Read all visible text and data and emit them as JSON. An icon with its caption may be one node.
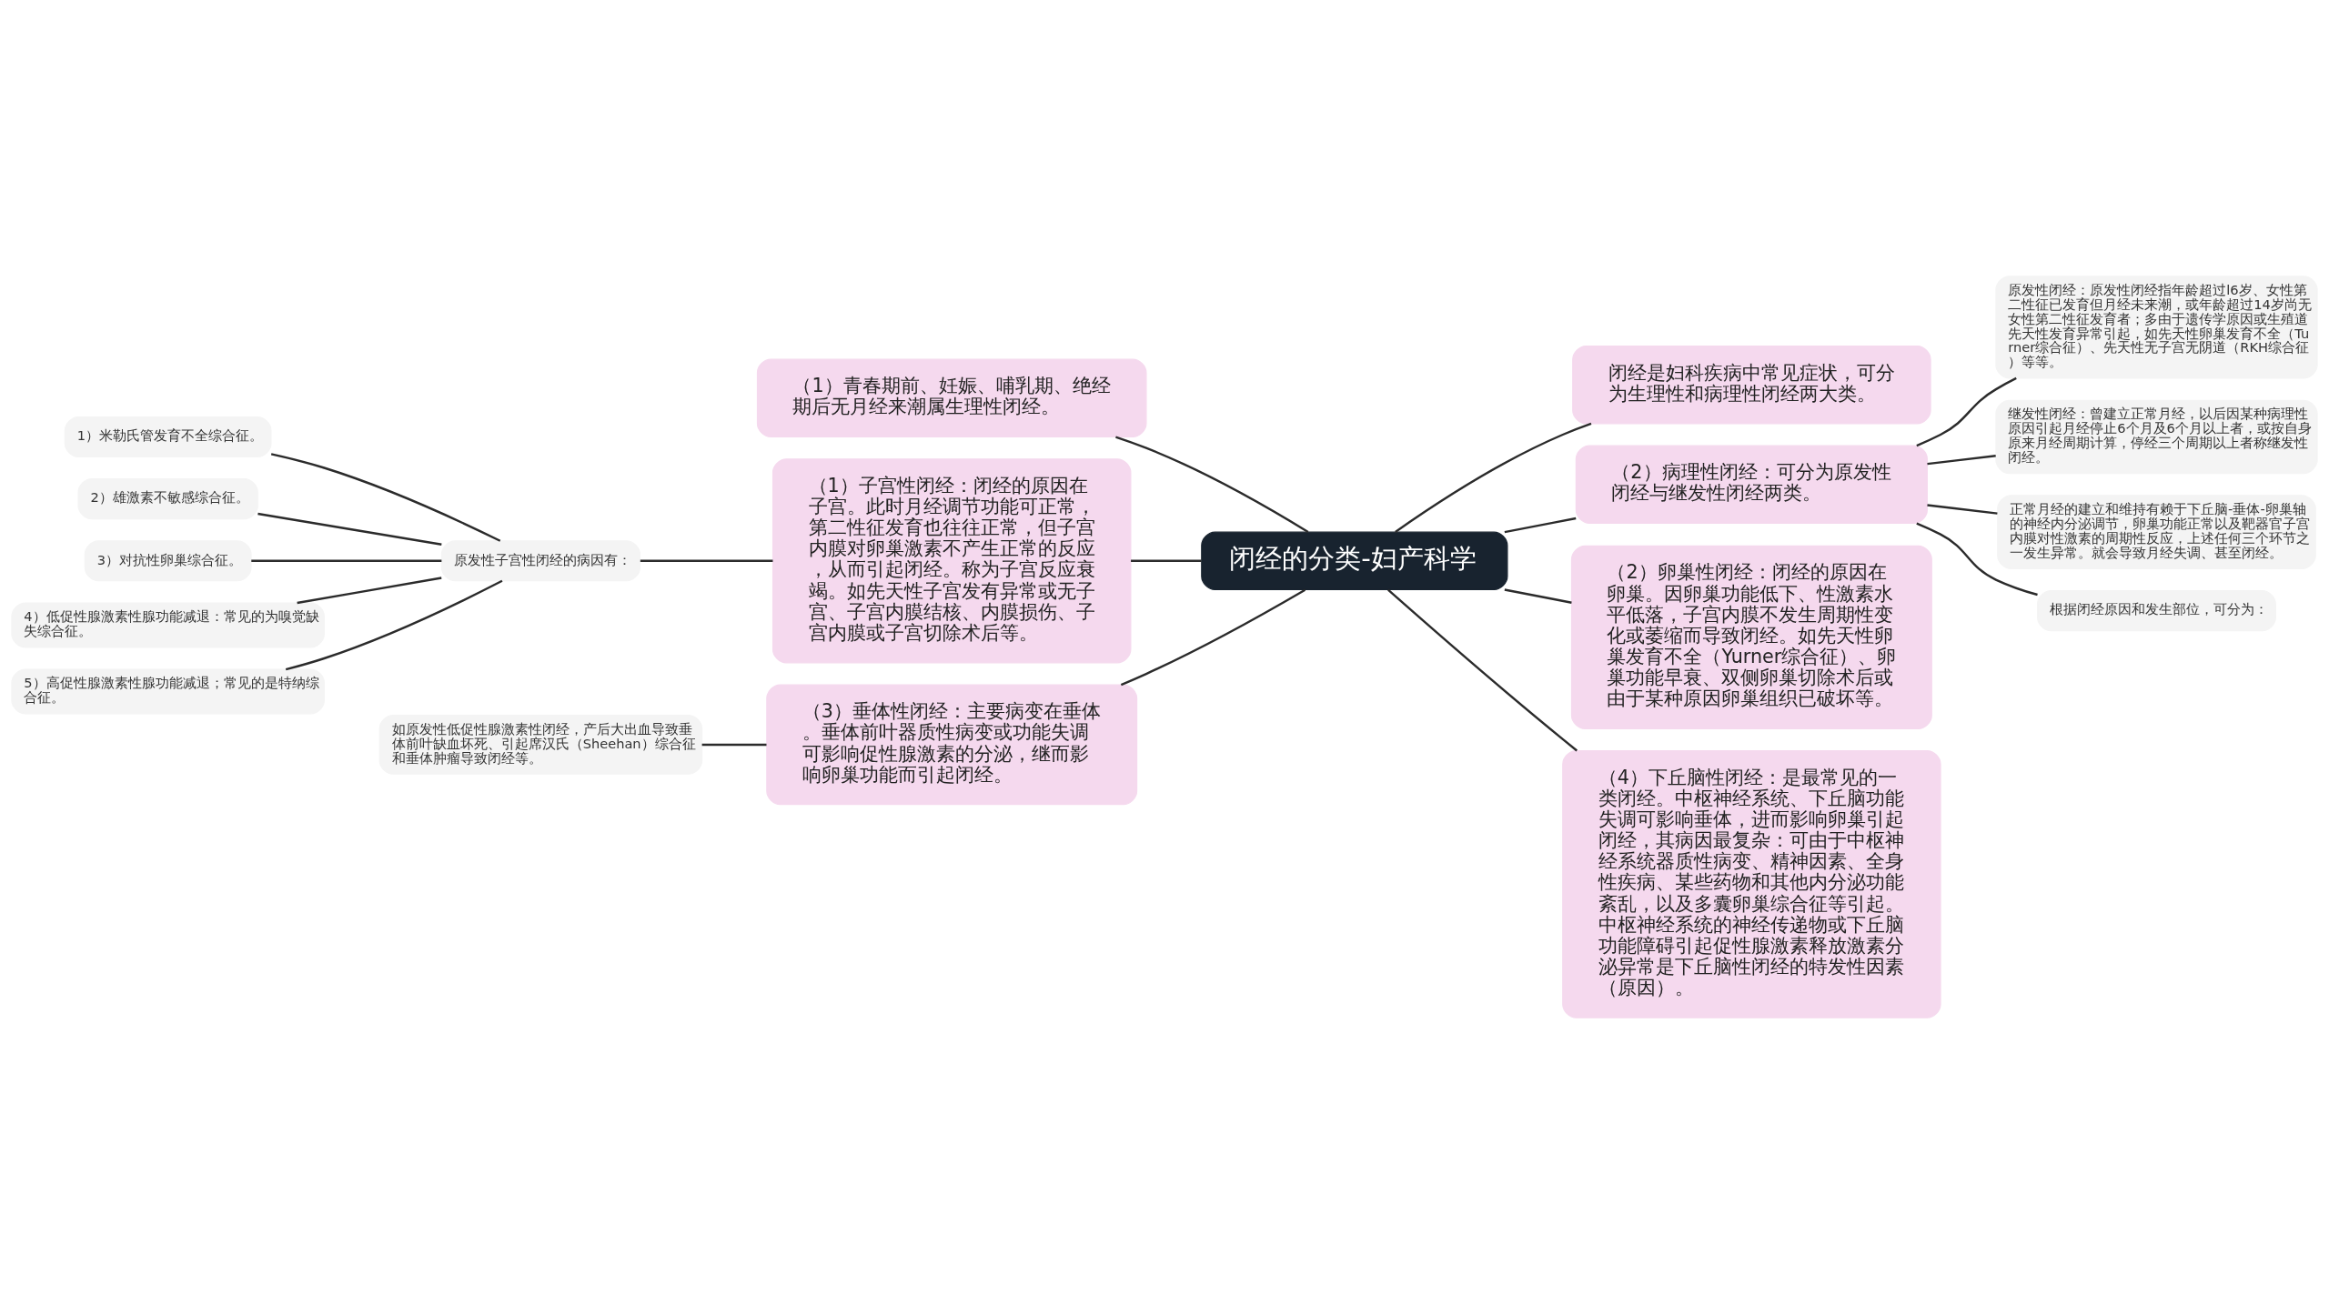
{
  "diagram": {
    "nodes": [
      {
        "text": [
          "闭经的分类-妇产科学"
        ]
      },
      {
        "text": [
          "闭经是妇科疾病中常见症状，可分为生理性和病理性闭经两大类。"
        ]
      },
      {
        "text": [
          "（2）病理性闭经：可分为原发性闭经与继发性闭经两类。"
        ]
      },
      {
        "text": [
          "原发性闭经：原发性闭经指年龄超过l6岁、女性第二性征已发育但月经未来潮，或年龄超过14岁尚无女性第二性征发育者；多由于遗传学原因或生殖道先天性发育异常引起，如先天性卵巢发育不全（Turner综合征）、先天性无子宫无阴道（RKH综合征）等等。"
        ]
      },
      {
        "text": [
          "继发性闭经：曾建立正常月经，以后因某种病理性原因引起月经停止6个月及6个月以上者，或按自身原来月经周期计算，停经三个周期以上者称继发性闭经。"
        ]
      },
      {
        "text": [
          "正常月经的建立和维持有赖于下丘脑-垂体-卵巢轴的神经内分泌调节，卵巢功能正常以及靶器官子宫内膜对性激素的周期性反应，上述任何三个环节之一发生异常。就会导致月经失调、甚至闭经。"
        ]
      },
      {
        "text": [
          "根据闭经原因和发生部位，可分为："
        ]
      },
      {
        "text": [
          "（2）卵巢性闭经：闭经的原因在卵巢。因卵巢功能低下、性激素水平低落，子宫内膜不发生周期性变化或萎缩而导致闭经。如先天性卵巢发育不全（Yurner综合征）、卵巢功能早衰、双侧卵巢切除术后或由于某种原因卵巢组织已破坏等。"
        ]
      },
      {
        "text": [
          "（4）下丘脑性闭经：是最常见的一类闭经。中枢神经系统、下丘脑功能失调可影响垂体，进而影响卵巢引起闭经，其病因最复杂：可由于中枢神经系统器质性病变、精神因素、全身性疾病、某些药物和其他内分泌功能紊乱，以及多囊卵巢综合征等引起。中枢神经系统的神经传递物或下丘脑功能障碍引起促性腺激素释放激素分泌异常是下丘脑性闭经的特发性因素（原因）。"
        ]
      },
      {
        "text": [
          "（1）青春期前、妊娠、哺乳期、绝经期后无月经来潮属生理性闭经。"
        ]
      },
      {
        "text": [
          "（1）子宫性闭经：闭经的原因在子宫。此时月经调节功能可正常，第二性征发育也往往正常，但子宫内膜对卵巢激素不产生正常的反应，从而引起闭经。称为子宫反应衰竭。如先天性子宫发有异常或无子宫、子宫内膜结核、内膜损伤、子宫内膜或子宫切除术后等。"
        ]
      },
      {
        "text": [
          "原发性子宫性闭经的病因有："
        ]
      },
      {
        "text": [
          "1）米勒氏管发育不全综合征。"
        ]
      },
      {
        "text": [
          "2）雄激素不敏感综合征。"
        ]
      },
      {
        "text": [
          "3）对抗性卵巢综合征。"
        ]
      },
      {
        "text": [
          "4）低促性腺激素性腺功能减退：常见的为嗅觉缺失综合征。"
        ]
      },
      {
        "text": [
          "5）高促性腺激素性腺功能减退；常见的是特纳综合征。"
        ]
      },
      {
        "text": [
          "（3）垂体性闭经：主要病变在垂体。垂体前叶器质性病变或功能失调可影响促性腺激素的分泌，继而影响卵巢功能而引起闭经。"
        ]
      },
      {
        "text": [
          "如原发性低促性腺激素性闭经，产后大出血导致垂体前叶缺血坏死、引起席汉氏（Sheehan）综合征和垂体肿瘤导致闭经等。"
        ]
      }
    ],
    "edges": [
      {
        "from": 0,
        "to": 1,
        "arrow": "none"
      },
      {
        "from": 0,
        "to": 2,
        "arrow": "none"
      },
      {
        "from": 2,
        "to": 3,
        "arrow": "none"
      },
      {
        "from": 2,
        "to": 4,
        "arrow": "none"
      },
      {
        "from": 2,
        "to": 5,
        "arrow": "none"
      },
      {
        "from": 2,
        "to": 6,
        "arrow": "none"
      },
      {
        "from": 0,
        "to": 7,
        "arrow": "none"
      },
      {
        "from": 0,
        "to": 8,
        "arrow": "none"
      },
      {
        "from": 0,
        "to": 9,
        "arrow": "none"
      },
      {
        "from": 0,
        "to": 10,
        "arrow": "none"
      },
      {
        "from": 10,
        "to": 11,
        "arrow": "none"
      },
      {
        "from": 11,
        "to": 12,
        "arrow": "none"
      },
      {
        "from": 11,
        "to": 13,
        "arrow": "none"
      },
      {
        "from": 11,
        "to": 14,
        "arrow": "none"
      },
      {
        "from": 11,
        "to": 15,
        "arrow": "none"
      },
      {
        "from": 11,
        "to": 16,
        "arrow": "none"
      },
      {
        "from": 0,
        "to": 17,
        "arrow": "none"
      },
      {
        "from": 17,
        "to": 18,
        "arrow": "none"
      }
    ]
  }
}
